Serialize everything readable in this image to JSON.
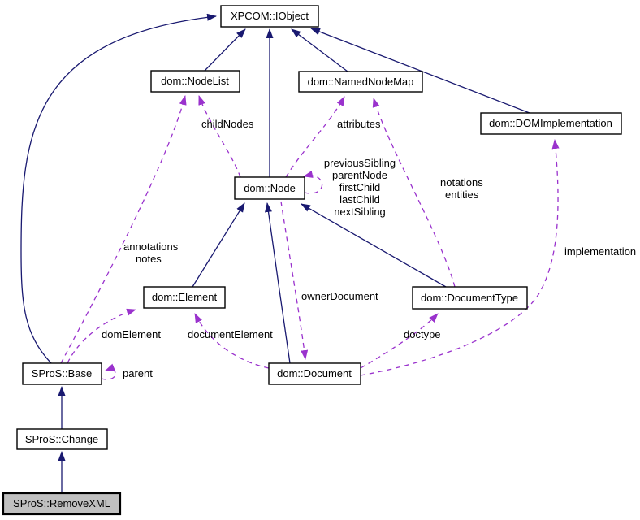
{
  "diagram": {
    "kind": "class-collaboration-graph",
    "colors": {
      "inheritance_edge": "#191970",
      "usage_edge": "#9a32cd",
      "node_border": "#000000",
      "node_fill": "#ffffff",
      "highlight_node_fill": "#c0c0c0",
      "background": "#ffffff",
      "text": "#000000"
    },
    "nodes": {
      "xpcom_iobject": "XPCOM::IObject",
      "dom_nodelist": "dom::NodeList",
      "dom_namednodemap": "dom::NamedNodeMap",
      "dom_domimplementation": "dom::DOMImplementation",
      "dom_node": "dom::Node",
      "dom_element": "dom::Element",
      "dom_documenttype": "dom::DocumentType",
      "dom_document": "dom::Document",
      "spros_base": "SProS::Base",
      "spros_change": "SProS::Change",
      "spros_removexml": "SProS::RemoveXML"
    },
    "edge_labels": {
      "childnodes": "childNodes",
      "attributes": "attributes",
      "annotations_notes": [
        "annotations",
        "notes"
      ],
      "node_self_loop": [
        "previousSibling",
        "parentNode",
        "firstChild",
        "lastChild",
        "nextSibling"
      ],
      "notations_entities": [
        "notations",
        "entities"
      ],
      "implementation": "implementation",
      "ownerdocument": "ownerDocument",
      "documentelement": "documentElement",
      "domelement": "domElement",
      "doctype": "doctype",
      "parent": "parent"
    },
    "edges": [
      {
        "from": "spros_base",
        "to": "xpcom_iobject",
        "type": "inheritance"
      },
      {
        "from": "dom_nodelist",
        "to": "xpcom_iobject",
        "type": "inheritance"
      },
      {
        "from": "dom_node",
        "to": "xpcom_iobject",
        "type": "inheritance"
      },
      {
        "from": "dom_namednodemap",
        "to": "xpcom_iobject",
        "type": "inheritance"
      },
      {
        "from": "dom_domimplementation",
        "to": "xpcom_iobject",
        "type": "inheritance"
      },
      {
        "from": "dom_element",
        "to": "dom_node",
        "type": "inheritance"
      },
      {
        "from": "dom_document",
        "to": "dom_node",
        "type": "inheritance"
      },
      {
        "from": "dom_documenttype",
        "to": "dom_node",
        "type": "inheritance"
      },
      {
        "from": "spros_change",
        "to": "spros_base",
        "type": "inheritance"
      },
      {
        "from": "spros_removexml",
        "to": "spros_change",
        "type": "inheritance"
      },
      {
        "from": "spros_base",
        "to": "dom_nodelist",
        "type": "usage",
        "label": "annotations notes"
      },
      {
        "from": "dom_node",
        "to": "dom_nodelist",
        "type": "usage",
        "label": "childNodes"
      },
      {
        "from": "dom_node",
        "to": "dom_namednodemap",
        "type": "usage",
        "label": "attributes"
      },
      {
        "from": "dom_documenttype",
        "to": "dom_namednodemap",
        "type": "usage",
        "label": "notations entities"
      },
      {
        "from": "dom_node",
        "to": "dom_node",
        "type": "usage",
        "label": "previousSibling parentNode firstChild lastChild nextSibling"
      },
      {
        "from": "dom_document",
        "to": "dom_documenttype",
        "type": "usage",
        "label": "doctype"
      },
      {
        "from": "dom_document",
        "to": "dom_domimplementation",
        "type": "usage",
        "label": "implementation"
      },
      {
        "from": "dom_node",
        "to": "dom_document",
        "type": "usage",
        "label": "ownerDocument"
      },
      {
        "from": "dom_document",
        "to": "dom_element",
        "type": "usage",
        "label": "documentElement"
      },
      {
        "from": "spros_base",
        "to": "dom_element",
        "type": "usage",
        "label": "domElement"
      },
      {
        "from": "spros_base",
        "to": "spros_base",
        "type": "usage",
        "label": "parent"
      }
    ]
  }
}
